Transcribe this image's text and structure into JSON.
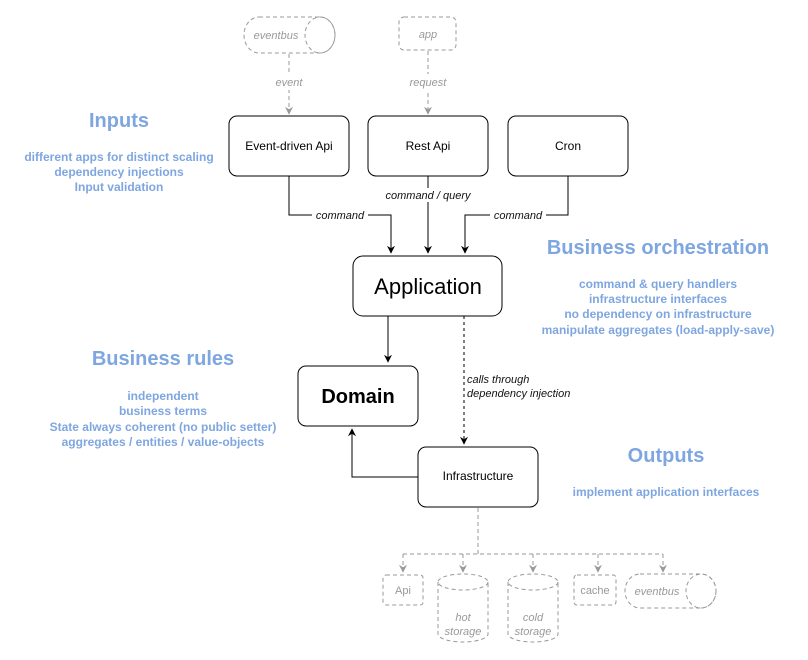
{
  "nodes": {
    "eventbus_top": "eventbus",
    "app_top": "app",
    "event_driven_api": "Event-driven Api",
    "rest_api": "Rest Api",
    "cron": "Cron",
    "application": "Application",
    "domain": "Domain",
    "infrastructure": "Infrastructure",
    "api_out": "Api",
    "hot_storage": [
      "hot",
      "storage"
    ],
    "cold_storage": [
      "cold",
      "storage"
    ],
    "cache": "cache",
    "eventbus_bottom": "eventbus"
  },
  "edge_labels": {
    "event": "event",
    "request": "request",
    "command_left": "command",
    "command_query": "command / query",
    "command_right": "command",
    "calls_through": [
      "calls through",
      "dependency injection"
    ]
  },
  "sections": {
    "inputs": {
      "title": "Inputs",
      "lines": [
        "different apps for distinct scaling",
        "dependency injections",
        "Input validation"
      ]
    },
    "business_orchestration": {
      "title": "Business orchestration",
      "lines": [
        "command & query handlers",
        "infrastructure interfaces",
        "no dependency on infrastructure",
        "manipulate aggregates (load-apply-save)"
      ]
    },
    "business_rules": {
      "title": "Business rules",
      "lines": [
        "independent",
        "business terms",
        "State always coherent (no public setter)",
        "aggregates / entities / value-objects"
      ]
    },
    "outputs": {
      "title": "Outputs",
      "lines": [
        "implement application interfaces"
      ]
    }
  },
  "colors": {
    "accent": "#7ea6e0",
    "ghost": "#999999",
    "line": "#000000"
  }
}
